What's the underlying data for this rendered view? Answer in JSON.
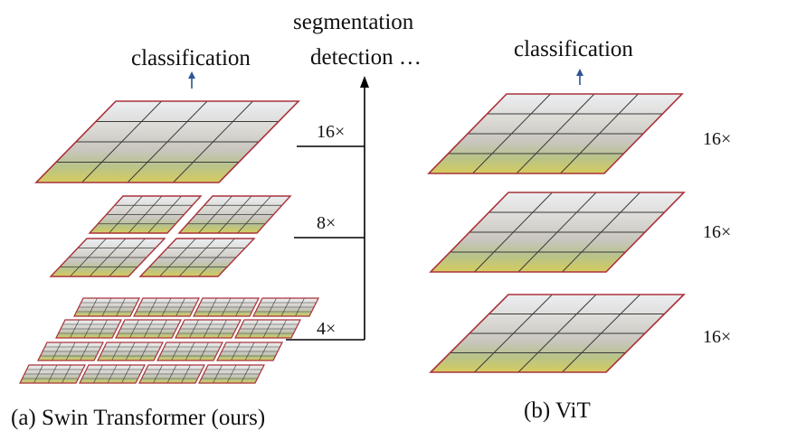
{
  "swin": {
    "top_label": "classification",
    "dense_label_line1": "segmentation",
    "dense_label_line2": "detection …",
    "scales": [
      "16×",
      "8×",
      "4×"
    ],
    "caption": "(a) Swin Transformer (ours)"
  },
  "vit": {
    "top_label": "classification",
    "scales": [
      "16×",
      "16×",
      "16×"
    ],
    "caption": "(b) ViT"
  },
  "colors": {
    "frame": "#a8323a",
    "grid": "#3a3a3a",
    "arrow": "#2f5597",
    "line": "#000000",
    "sky": "#e9eaee",
    "castle": "#cfcdc9",
    "foliage": "#b9c58a",
    "flowers": "#d8cf5c"
  }
}
